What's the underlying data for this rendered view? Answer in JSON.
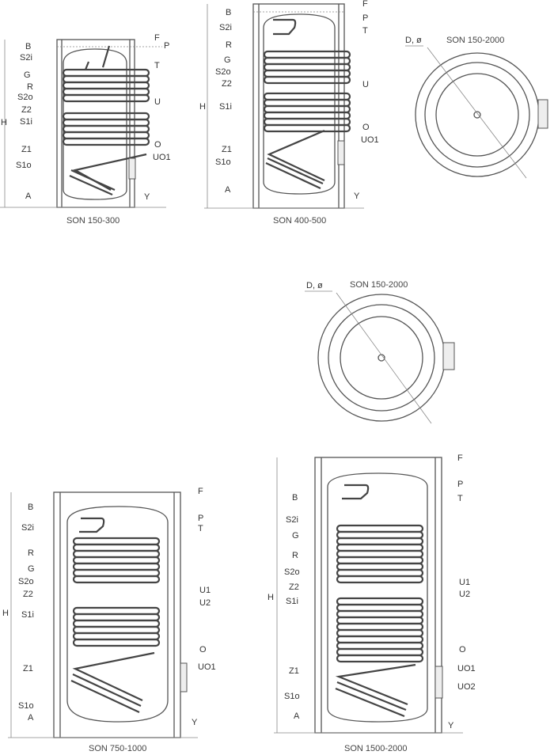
{
  "diagrams": [
    {
      "id": "son-150-300",
      "caption": "SON 150-300",
      "dimension_label": "H",
      "left_labels": [
        "B",
        "S2i",
        "G",
        "R",
        "S2o",
        "Z2",
        "S1i",
        "Z1",
        "S1o",
        "A"
      ],
      "right_labels": [
        "F",
        "P",
        "T",
        "U",
        "O",
        "UO1",
        "Y"
      ]
    },
    {
      "id": "son-400-500",
      "caption": "SON 400-500",
      "dimension_label": "H",
      "left_labels": [
        "B",
        "S2i",
        "R",
        "G",
        "S2o",
        "Z2",
        "S1i",
        "Z1",
        "S1o",
        "A"
      ],
      "right_labels": [
        "F",
        "P",
        "T",
        "U",
        "O",
        "UO1",
        "Y"
      ]
    },
    {
      "id": "top-view-1",
      "caption": "SON 150-2000",
      "dimension_label": "D, ø"
    },
    {
      "id": "top-view-2",
      "caption": "SON 150-2000",
      "dimension_label": "D, ø"
    },
    {
      "id": "son-750-1000",
      "caption": "SON 750-1000",
      "dimension_label": "H",
      "left_labels": [
        "B",
        "S2i",
        "R",
        "G",
        "S2o",
        "Z2",
        "S1i",
        "Z1",
        "S1o",
        "A"
      ],
      "right_labels": [
        "F",
        "P",
        "T",
        "U1",
        "U2",
        "O",
        "UO1",
        "Y"
      ]
    },
    {
      "id": "son-1500-2000",
      "caption": "SON 1500-2000",
      "dimension_label": "H",
      "left_labels": [
        "B",
        "S2i",
        "G",
        "R",
        "S2o",
        "Z2",
        "S1i",
        "Z1",
        "S1o",
        "A"
      ],
      "right_labels": [
        "F",
        "P",
        "T",
        "U1",
        "U2",
        "O",
        "UO1",
        "UO2",
        "Y"
      ]
    }
  ]
}
